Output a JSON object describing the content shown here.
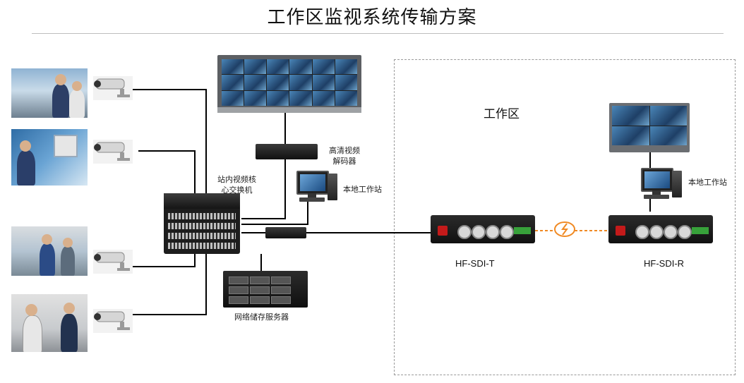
{
  "title": "工作区监视系统传输方案",
  "zone_label": "工作区",
  "labels": {
    "core_switch": "站内视频核\n心交换机",
    "decoder": "高清视频\n解码器",
    "workstation_left": "本地工作站",
    "workstation_right": "本地工作站",
    "storage": "网络储存服务器",
    "transmitter": "HF-SDI-T",
    "receiver": "HF-SDI-R"
  },
  "colors": {
    "line": "#000000",
    "fiber": "#f08a24",
    "zone_border": "#9a9a9a",
    "led": "#c41a1a",
    "terminal": "#37a13a"
  },
  "icons": [
    "camera-icon",
    "monitor-wall-icon",
    "decoder-icon",
    "workstation-icon",
    "switch-icon",
    "storage-icon",
    "optical-transmitter-icon",
    "optical-receiver-icon",
    "fiber-link-icon"
  ]
}
